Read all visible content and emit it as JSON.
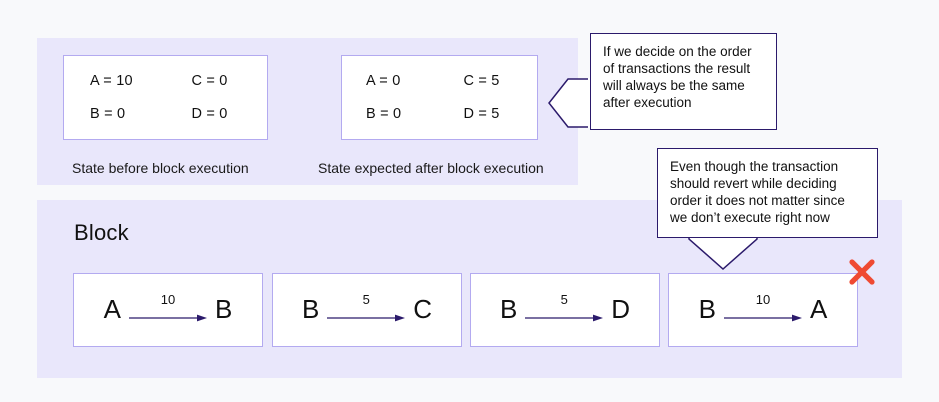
{
  "diagram": {
    "title_block": "Block",
    "background_color": "#f8f9fb",
    "panel_color": "#e9e7fb",
    "box_border_color": "#b3aaf0",
    "callout_border_color": "#2b1a6b",
    "arrow_color": "#2b1a6b",
    "revert_marker_color": "#ef4a32"
  },
  "states": {
    "before": {
      "caption": "State before block execution",
      "cells": [
        "A = 10",
        "C = 0",
        "B = 0",
        "D = 0"
      ]
    },
    "after": {
      "caption": "State expected after block execution",
      "cells": [
        "A = 0",
        "C = 5",
        "B = 0",
        "D = 5"
      ]
    }
  },
  "block": {
    "label": "Block",
    "transactions": [
      {
        "from": "A",
        "amount": "10",
        "to": "B",
        "reverts": false
      },
      {
        "from": "B",
        "amount": "5",
        "to": "C",
        "reverts": false
      },
      {
        "from": "B",
        "amount": "5",
        "to": "D",
        "reverts": false
      },
      {
        "from": "B",
        "amount": "10",
        "to": "A",
        "reverts": true
      }
    ]
  },
  "callouts": {
    "order": {
      "text": "If we decide on the order of transactions the result will always be the same after execution"
    },
    "revert": {
      "text": "Even though the transaction should revert while deciding order it does not matter since we don’t execute right now"
    }
  },
  "icons": {
    "revert_x": "close-x-icon",
    "arrow": "arrow-right-icon"
  }
}
